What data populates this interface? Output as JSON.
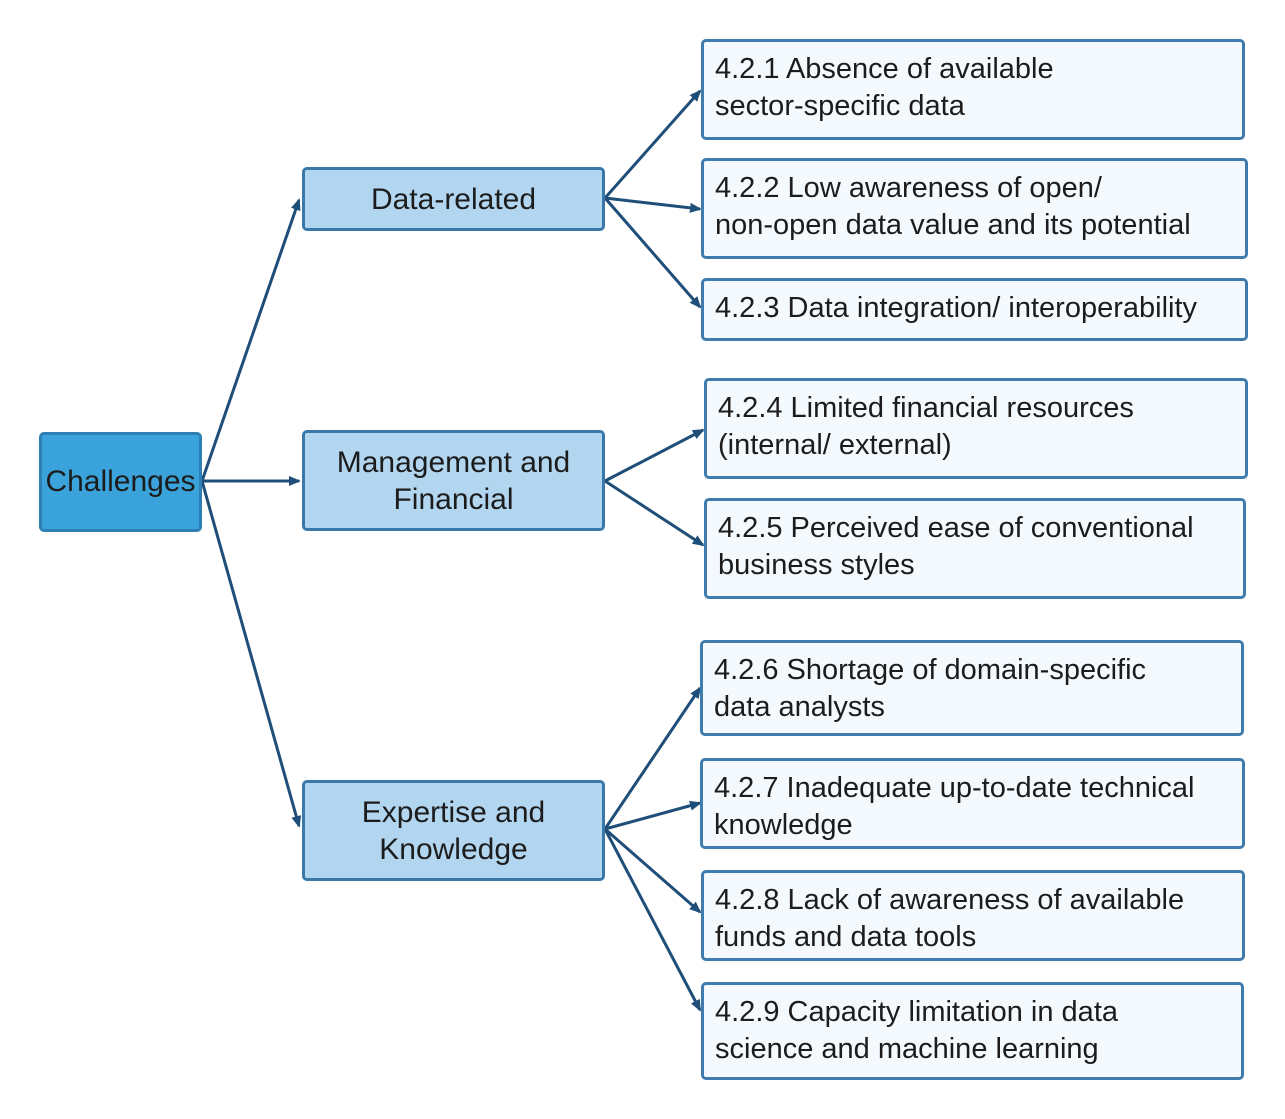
{
  "root": {
    "label": "Challenges"
  },
  "categories": [
    {
      "label_lines": [
        "Data-related"
      ]
    },
    {
      "label_lines": [
        "Management and",
        "Financial"
      ]
    },
    {
      "label_lines": [
        "Expertise and",
        "Knowledge"
      ]
    }
  ],
  "items": [
    {
      "lines": [
        "4.2.1 Absence of available",
        "sector-specific data"
      ]
    },
    {
      "lines": [
        "4.2.2 Low awareness of open/",
        "non-open data value and its potential"
      ]
    },
    {
      "lines": [
        "4.2.3 Data integration/ interoperability"
      ]
    },
    {
      "lines": [
        "4.2.4 Limited financial resources",
        "(internal/ external)"
      ]
    },
    {
      "lines": [
        "4.2.5 Perceived ease of conventional",
        "business styles"
      ]
    },
    {
      "lines": [
        "4.2.6 Shortage of domain-specific",
        "data analysts"
      ]
    },
    {
      "lines": [
        "4.2.7 Inadequate up-to-date technical",
        "knowledge"
      ]
    },
    {
      "lines": [
        "4.2.8 Lack of awareness of available",
        "funds and data tools"
      ]
    },
    {
      "lines": [
        "4.2.9 Capacity limitation in data",
        "science and machine learning"
      ]
    }
  ],
  "colors": {
    "root_fill": "#3ba3dc",
    "category_fill": "#b2d6f0",
    "item_fill": "#f4f9fd",
    "connector": "#1f4e79"
  }
}
